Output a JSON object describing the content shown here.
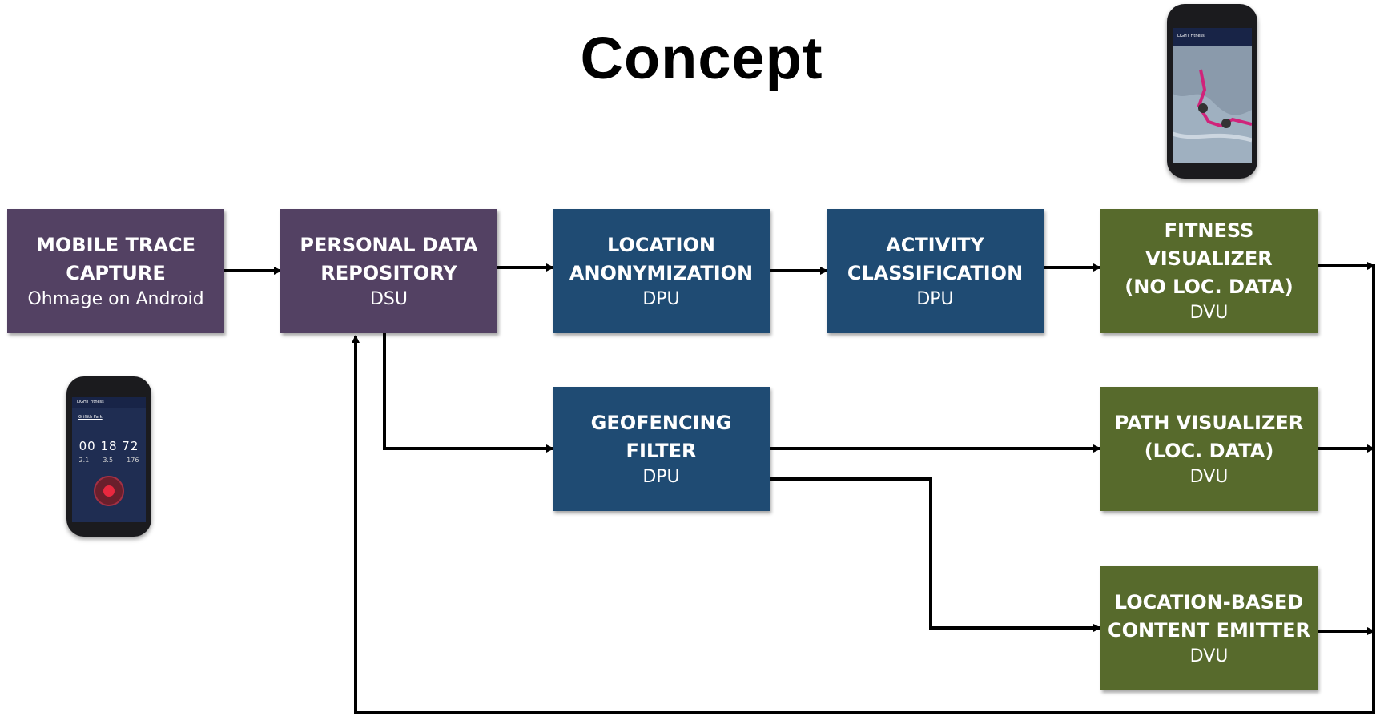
{
  "title": "Concept",
  "boxes": {
    "mobile_trace": {
      "title": "MOBILE TRACE\nCAPTURE",
      "subtitle": "Ohmage on Android"
    },
    "personal_data": {
      "title": "PERSONAL DATA\nREPOSITORY",
      "subtitle": "DSU"
    },
    "location_anon": {
      "title": "LOCATION\nANONYMIZATION",
      "subtitle": "DPU"
    },
    "activity_class": {
      "title": "ACTIVITY\nCLASSIFICATION",
      "subtitle": "DPU"
    },
    "fitness_vis": {
      "title": "FITNESS\nVISUALIZER\n(NO LOC. DATA)",
      "subtitle": "DVU"
    },
    "geofencing": {
      "title": "GEOFENCING\nFILTER",
      "subtitle": "DPU"
    },
    "path_vis": {
      "title": "PATH VISUALIZER\n(LOC. DATA)",
      "subtitle": "DVU"
    },
    "content_emitter": {
      "title": "LOCATION-BASED\nCONTENT EMITTER",
      "subtitle": "DVU"
    }
  },
  "phone_left": {
    "app_name": "LiGHT Fitness",
    "place": "Griffith Park",
    "timer": "00 18 72",
    "stats": [
      "2.1",
      "3.5",
      "176"
    ]
  },
  "phone_right": {
    "app_name": "LiGHT Fitness"
  },
  "colors": {
    "purple": "#534163",
    "blue": "#1f4b73",
    "green": "#576a2c"
  }
}
